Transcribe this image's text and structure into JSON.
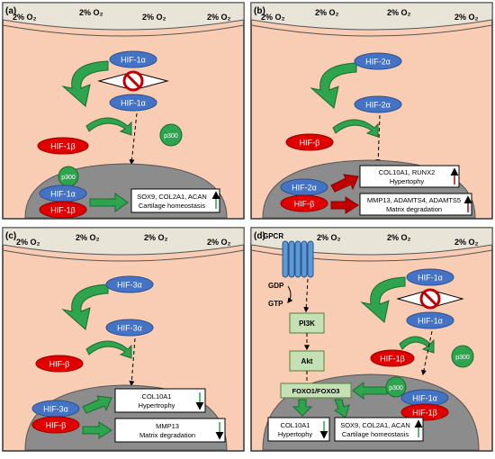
{
  "panels": {
    "a": {
      "letter": "(a)",
      "o2": [
        "2% O₂",
        "2% O₂",
        "2% O₂",
        "2% O₂"
      ],
      "hif_alpha_top": "HIF-1α",
      "hif_alpha_mid": "HIF-1α",
      "hif_beta": "HIF-1β",
      "p300_free": "p300",
      "p300_bound": "p300",
      "nucleus_alpha": "HIF-1α",
      "nucleus_beta": "HIF-1β",
      "box_line1": "SOX9, COL2A1, ACAN",
      "box_line2": "Cartilage homeostasis"
    },
    "b": {
      "letter": "(b)",
      "o2": [
        "2% O₂",
        "2% O₂",
        "2% O₂",
        "2% O₂"
      ],
      "hif_alpha_top": "HIF-2α",
      "hif_alpha_mid": "HIF-2α",
      "hif_beta": "HIF-β",
      "nucleus_alpha": "HIF-2α",
      "nucleus_beta": "HIF-β",
      "box1_line1": "COL10A1, RUNX2",
      "box1_line2": "Hypertophy",
      "box2_line1": "MMP13, ADAMTS4, ADAMTS5",
      "box2_line2": "Matrix degradation"
    },
    "c": {
      "letter": "(c)",
      "o2": [
        "2% O₂",
        "2% O₂",
        "2% O₂",
        "2% O₂"
      ],
      "hif_alpha_top": "HIF-3α",
      "hif_alpha_mid": "HIF-3α",
      "hif_beta": "HIF-β",
      "nucleus_alpha": "HIF-3α",
      "nucleus_beta": "HIF-β",
      "box1_line1": "COL10A1",
      "box1_line2": "Hypertrophy",
      "box2_line1": "MMP13",
      "box2_line2": "Matrix degradation"
    },
    "d": {
      "letter": "(d)",
      "gpcr": "GPCR",
      "o2": [
        "2% O₂",
        "2% O₂",
        "2% O₂"
      ],
      "gdp": "GDP",
      "gtp": "GTP",
      "pi3k": "PI3K",
      "akt": "Akt",
      "foxo": "FOXO1/FOXO3",
      "hif_alpha_top": "HIF-1α",
      "hif_alpha_mid": "HIF-1α",
      "hif_beta": "HIF-1β",
      "p300_free": "p300",
      "p300_bound": "p300",
      "nucleus_alpha": "HIF-1α",
      "nucleus_beta": "HIF-1β",
      "box1_line1": "COL10A1",
      "box1_line2": "Hypertophy",
      "box2_line1": "SOX9, COL2A1, ACAN",
      "box2_line2": "Cartilage homeostasis"
    }
  }
}
